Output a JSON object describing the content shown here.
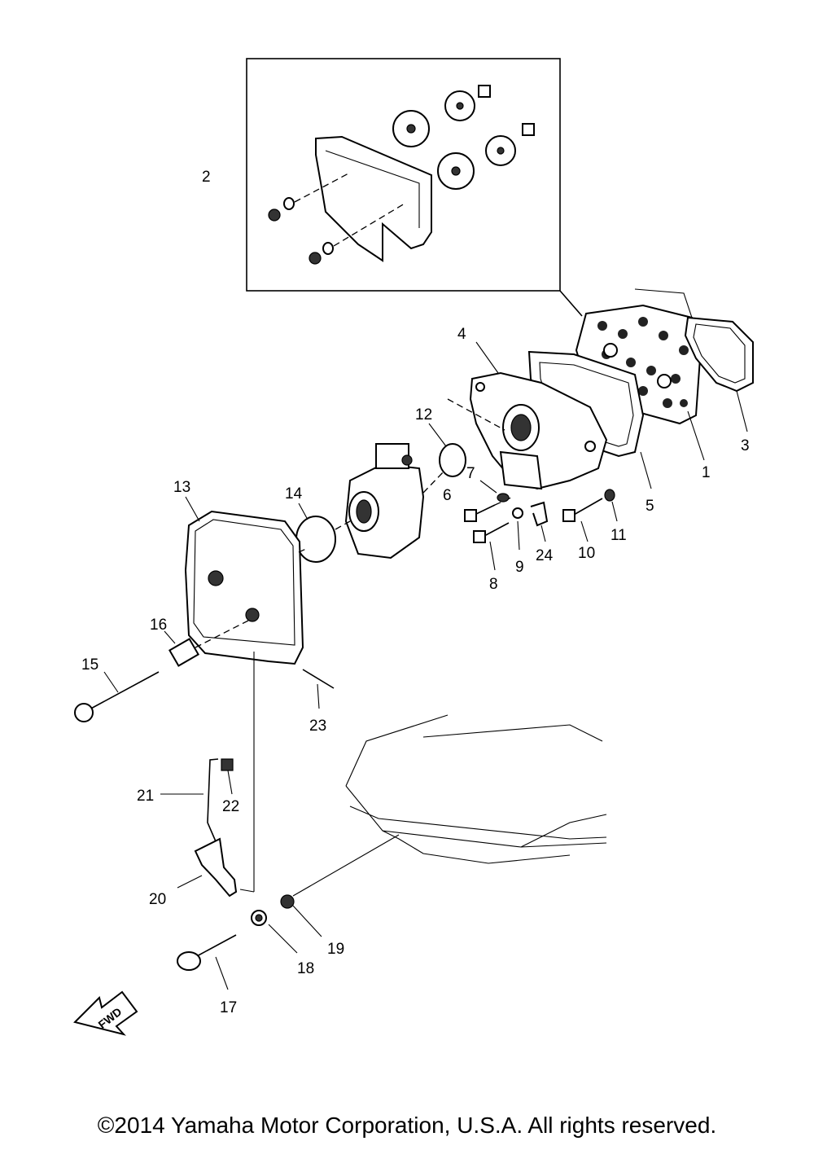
{
  "callouts": {
    "c1": "1",
    "c2": "2",
    "c3": "3",
    "c4": "4",
    "c5": "5",
    "c6": "6",
    "c7": "7",
    "c8": "8",
    "c9": "9",
    "c10": "10",
    "c11": "11",
    "c12": "12",
    "c13": "13",
    "c14": "14",
    "c15": "15",
    "c16": "16",
    "c17": "17",
    "c18": "18",
    "c19": "19",
    "c20": "20",
    "c21": "21",
    "c22": "22",
    "c23": "23",
    "c24": "24"
  },
  "direction_label": "FWD",
  "copyright": "©2014 Yamaha Motor Corporation, U.S.A. All rights reserved."
}
